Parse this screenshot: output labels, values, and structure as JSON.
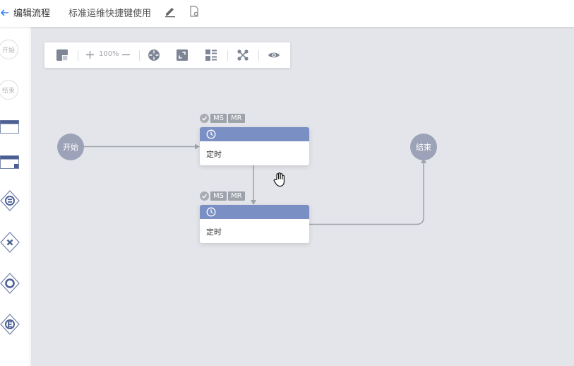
{
  "header": {
    "back_label": "编辑流程",
    "flow_name": "标准运维快捷键使用"
  },
  "palette": {
    "start_label": "开始",
    "end_label": "结束"
  },
  "toolbar": {
    "zoom_level": "100%"
  },
  "canvas": {
    "start_node": "开始",
    "end_node": "结束",
    "tasks": [
      {
        "label": "定时",
        "tags": [
          "MS",
          "MR"
        ]
      },
      {
        "label": "定时",
        "tags": [
          "MS",
          "MR"
        ]
      }
    ]
  },
  "colors": {
    "task_header": "#7a8fc3",
    "circle_node": "#9ca3b8",
    "canvas_bg": "#e3e5ea",
    "back_arrow": "#3a84ff"
  }
}
